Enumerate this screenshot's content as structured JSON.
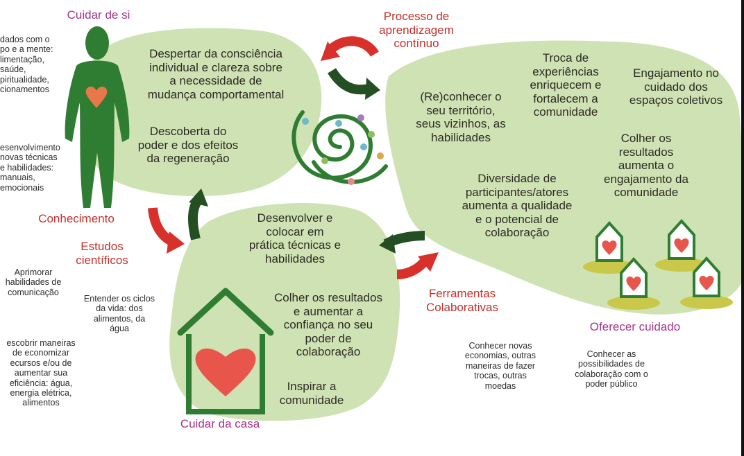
{
  "titles": {
    "cuidar_si": "Cuidar de si",
    "processo": "Processo de\naprendizagem\ncontínuo",
    "conhecimento": "Conhecimento",
    "estudos": "Estudos\ncientíficos",
    "ferramentas": "Ferramentas\nColaborativas",
    "oferecer": "Oferecer cuidado",
    "cuidar_casa": "Cuidar da casa"
  },
  "left_column": {
    "block1": "dados com o\npo e a mente:\nlimentação,\nsaúde,\npiritualidade,\ncionamentos",
    "block2": "esenvolvimento\nnovas técnicas\ne habilidades:\nmanuais,\nemocionais",
    "block3": "Aprimorar\nhabilidades de\ncomunicação",
    "block4": "escobrir maneiras\nde economizar\necursos e/ou de\naumentar sua\neficiência: água,\nenergia elétrica,\nalimentos",
    "ciclos": "Entender os ciclos\nda vida: dos\nalimentos, da\nágua"
  },
  "top_blob": {
    "text1": "Despertar da consciência\nindividual e clareza sobre\na necessidade de\nmudança comportamental",
    "text2": "Descoberta do\npoder e dos efeitos\nda regeneração"
  },
  "right_blob": {
    "reconhecer": "(Re)conhecer o\nseu território,\nseus vizinhos, as\nhabilidades",
    "troca": "Troca de\nexperiências\nenriquecem e\nfortalecem a\ncomunidade",
    "engajamento": "Engajamento no\ncuidado dos\nespaços coletivos",
    "colher": "Colher os\nresultados\naumenta o\nengajamento da\ncomunidade",
    "diversidade": "Diversidade de\nparticipantes/atores\naumenta a qualidade\ne o potencial de\ncolaboração"
  },
  "bottom_blob": {
    "desenvolver": "Desenvolver e\ncolocar em\nprática técnicas e\nhabilidades",
    "colher": "Colher os resultados\ne aumentar a\nconfiança no seu\npoder de\ncolaboração",
    "inspirar": "Inspirar a\ncomunidade"
  },
  "bottom_right": {
    "economias": "Conhecer novas\neconomias,  outras\nmaneiras de fazer\ntrocas, outras\nmoedas",
    "possibilidades": "Conhecer as\npossibilidades de\ncolaboração com o\npoder público"
  },
  "colors": {
    "blob": "#cfe2b4",
    "dark_green": "#2e7d32",
    "arrow_red": "#d8302a",
    "arrow_green": "#244f23",
    "heart": "#e8554a",
    "purple": "#a3338f",
    "red": "#c4302b"
  },
  "icons": [
    "person-icon",
    "heart-icon",
    "house-icon",
    "spiral-icon",
    "small-house-icon",
    "curved-arrow-icon"
  ]
}
